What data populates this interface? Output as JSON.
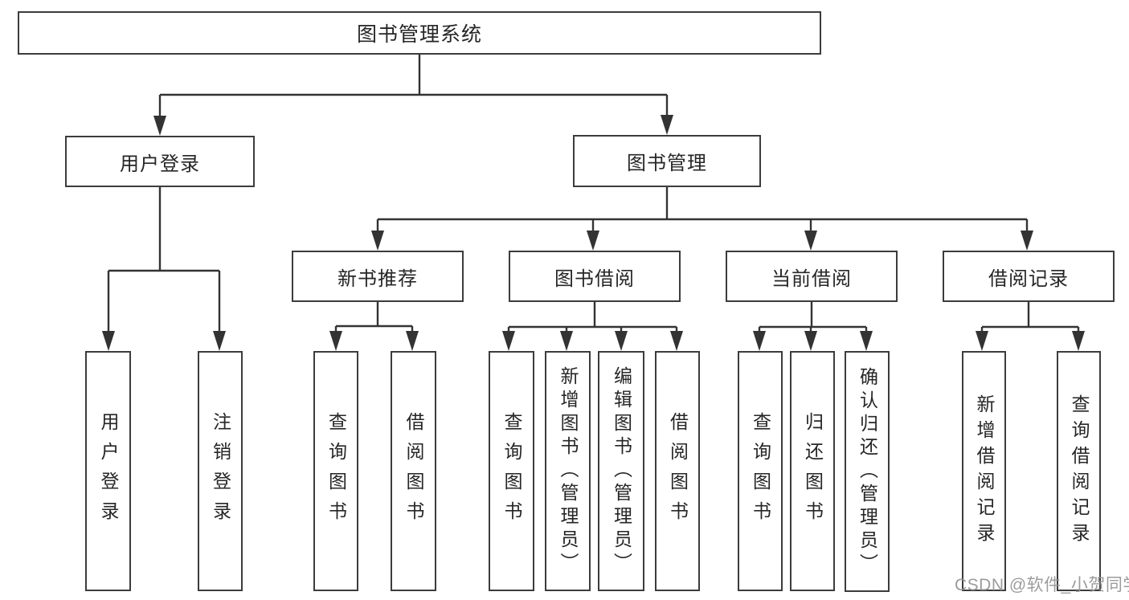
{
  "diagram_title": "图书管理系统",
  "nodes": {
    "root": "图书管理系统",
    "user_login": "用户登录",
    "book_management": "图书管理",
    "new_book_recommend": "新书推荐",
    "book_borrow": "图书借阅",
    "current_borrow": "当前借阅",
    "borrow_records": "借阅记录",
    "a1": "用户登录",
    "a2": "注销登录",
    "b1": "查询图书",
    "b2": "借阅图书",
    "c1": "查询图书",
    "c2": "新增图书（管理员）",
    "c3": "编辑图书（管理员）",
    "c4": "借阅图书",
    "d1": "查询图书",
    "d2": "归还图书",
    "d3": "确认归还（管理员）",
    "e1": "新增借阅记录",
    "e2": "查询借阅记录"
  },
  "tree": {
    "label": "图书管理系统",
    "children": [
      {
        "label": "用户登录",
        "children": [
          {
            "label": "用户登录"
          },
          {
            "label": "注销登录"
          }
        ]
      },
      {
        "label": "图书管理",
        "children": [
          {
            "label": "新书推荐",
            "children": [
              {
                "label": "查询图书"
              },
              {
                "label": "借阅图书"
              }
            ]
          },
          {
            "label": "图书借阅",
            "children": [
              {
                "label": "查询图书"
              },
              {
                "label": "新增图书（管理员）"
              },
              {
                "label": "编辑图书（管理员）"
              },
              {
                "label": "借阅图书"
              }
            ]
          },
          {
            "label": "当前借阅",
            "children": [
              {
                "label": "查询图书"
              },
              {
                "label": "归还图书"
              },
              {
                "label": "确认归还（管理员）"
              }
            ]
          },
          {
            "label": "借阅记录",
            "children": [
              {
                "label": "新增借阅记录"
              },
              {
                "label": "查询借阅记录"
              }
            ]
          }
        ]
      }
    ]
  },
  "watermark": "CSDN @软件_小贺同学",
  "colors": {
    "box_border": "#3c3c3c",
    "connector": "#333333",
    "text": "#262626",
    "watermark": "#949494",
    "background": "#ffffff"
  }
}
